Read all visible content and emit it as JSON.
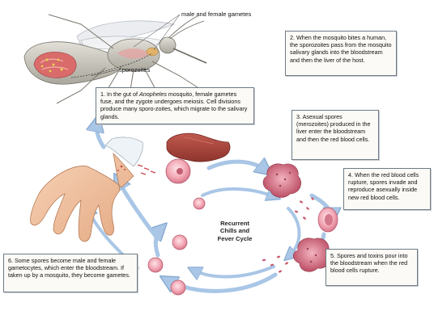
{
  "labels": {
    "gametes": "male and female gametes",
    "sporozoites": "sporozoites",
    "cycle_line1": "Recurrent",
    "cycle_line2": "Chills and",
    "cycle_line3": "Fever Cycle"
  },
  "steps": [
    {
      "id": 1,
      "before": "1. In the gut of ",
      "italic": "Anopheles",
      "after": " mosquito, female gametes fuse, and the zygote undergoes meiosis.  Cell divisions produce many sporo-zoites, which migrate to the salivary glands."
    },
    {
      "id": 2,
      "text": "2. When the mosquito bites a human, the sporozoites pass from the mosquito salivary glands into the bloodstream and then the liver of the host."
    },
    {
      "id": 3,
      "text": "3. Asexual spores (merozoites) produced in the liver enter the bloodstream and then the red blood cells."
    },
    {
      "id": 4,
      "text": "4. When the red blood cells rupture, spores invade and reproduce asexually inside new red blood cells."
    },
    {
      "id": 5,
      "text": "5. Spores and toxins pour into the bloodstream when the red blood cells rupture."
    },
    {
      "id": 6,
      "text": "6. Some spores become male and female gametocytes, which enter the bloodstream.  If taken up by a mosquito, they become gametes."
    }
  ],
  "colors": {
    "arrow": "#a9c6e6",
    "arrow_edge": "#86a9cf",
    "liver": "#a8453c",
    "rbc": "#f0a0ae",
    "rbc_burst": "#c75a70",
    "skin": "#f2c3a1",
    "mosquito_body": "#c9c7bf",
    "box_border": "#6d7a86"
  }
}
